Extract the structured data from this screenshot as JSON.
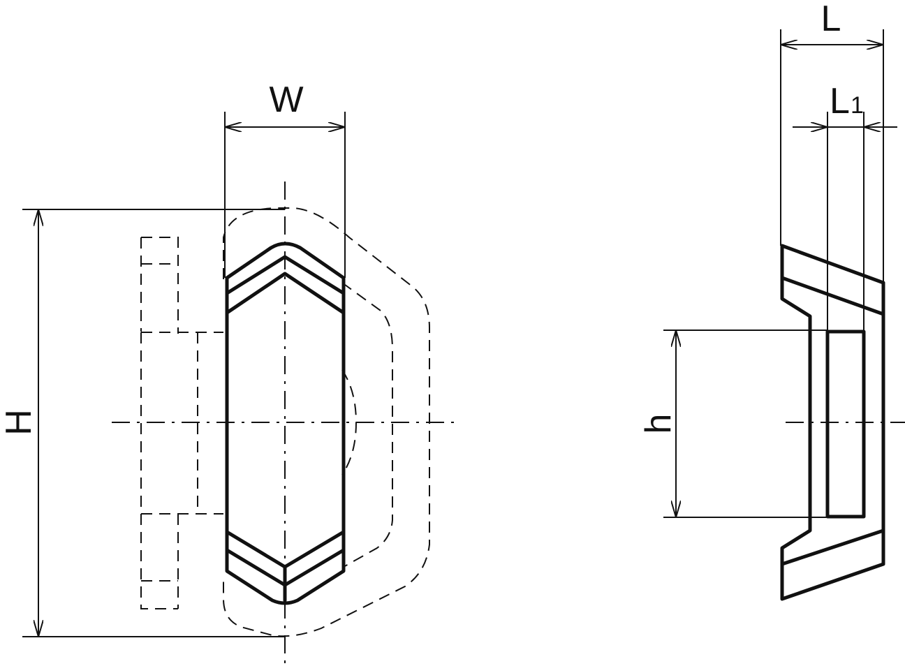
{
  "dimensions": {
    "width_label": "W",
    "height_label": "H",
    "length_label": "L",
    "length1_label": "L",
    "length1_subscript": "1",
    "inner_height_label": "h"
  },
  "colors": {
    "line": "#111111",
    "background": "#ffffff"
  }
}
